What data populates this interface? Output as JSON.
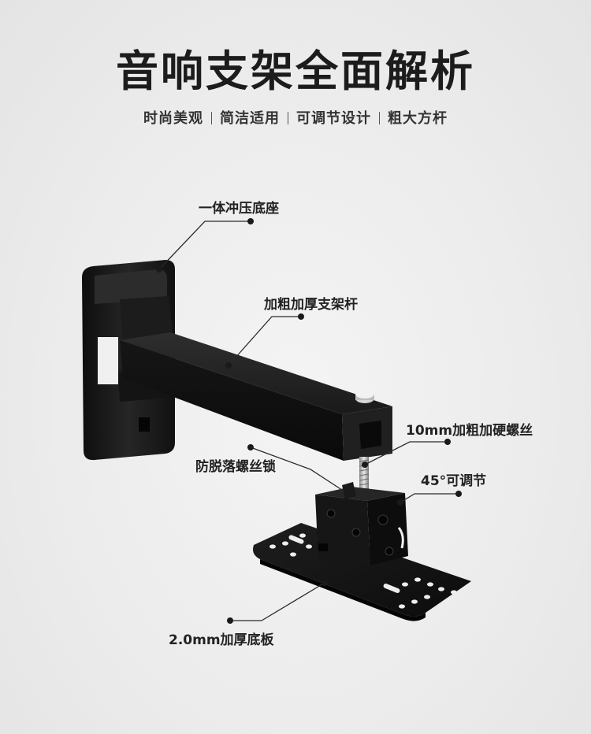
{
  "title": "音响支架全面解析",
  "subtitle": [
    "时尚美观",
    "简洁适用",
    "可调节设计",
    "粗大方杆"
  ],
  "callouts": {
    "base": "一体冲压底座",
    "arm": "加粗加厚支架杆",
    "screw": "10mm加粗加硬螺丝",
    "lock": "防脱落螺丝锁",
    "angle": "45°可调节",
    "plate": "2.0mm加厚底板"
  }
}
